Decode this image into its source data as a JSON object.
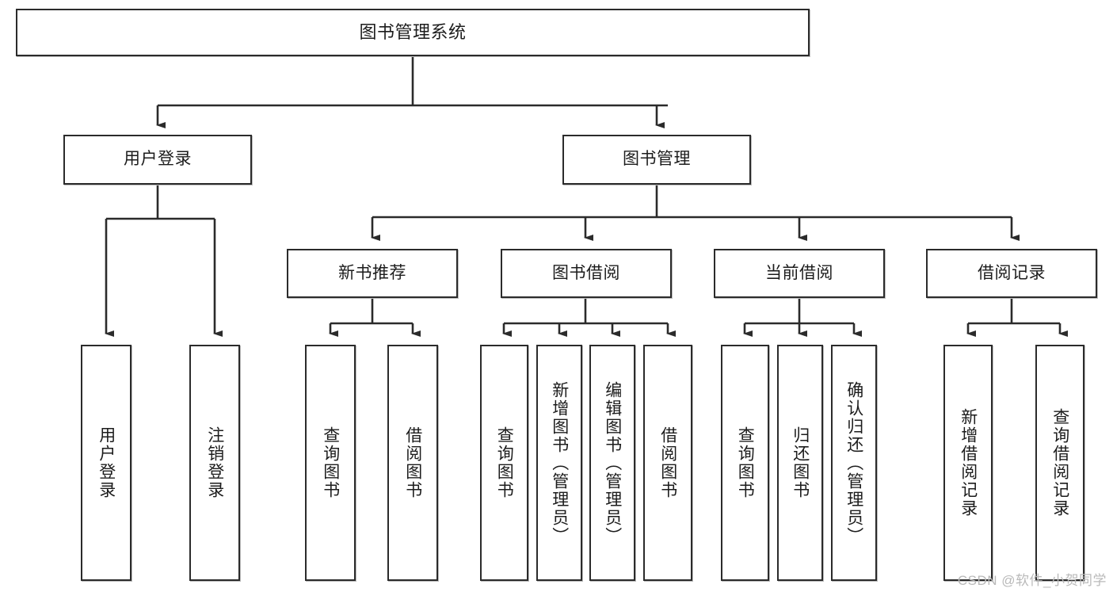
{
  "diagram": {
    "title": "图书管理系统",
    "type": "hierarchy-tree",
    "theme": {
      "box_border": "#2b2b2b",
      "box_fill": "#ffffff",
      "edge_color": "#2b2b2b",
      "background": "#ffffff",
      "watermark_color": "#b9b9b9"
    },
    "nodes": {
      "root": {
        "label": "图书管理系统"
      },
      "level2": [
        {
          "label": "用户登录"
        },
        {
          "label": "图书管理"
        }
      ],
      "level3": [
        {
          "label": "新书推荐"
        },
        {
          "label": "图书借阅"
        },
        {
          "label": "当前借阅"
        },
        {
          "label": "借阅记录"
        }
      ],
      "leaves_user_login": [
        {
          "label": "用户登录"
        },
        {
          "label": "注销登录"
        }
      ],
      "leaves_new_book": [
        {
          "label": "查询图书"
        },
        {
          "label": "借阅图书"
        }
      ],
      "leaves_borrow": [
        {
          "label": "查询图书"
        },
        {
          "label": "新增图书（管理员）"
        },
        {
          "label": "编辑图书（管理员）"
        },
        {
          "label": "借阅图书"
        }
      ],
      "leaves_current": [
        {
          "label": "查询图书"
        },
        {
          "label": "归还图书"
        },
        {
          "label": "确认归还（管理员）"
        }
      ],
      "leaves_records": [
        {
          "label": "新增借阅记录"
        },
        {
          "label": "查询借阅记录"
        }
      ]
    },
    "watermark": "CSDN @软件_小贺同学"
  }
}
